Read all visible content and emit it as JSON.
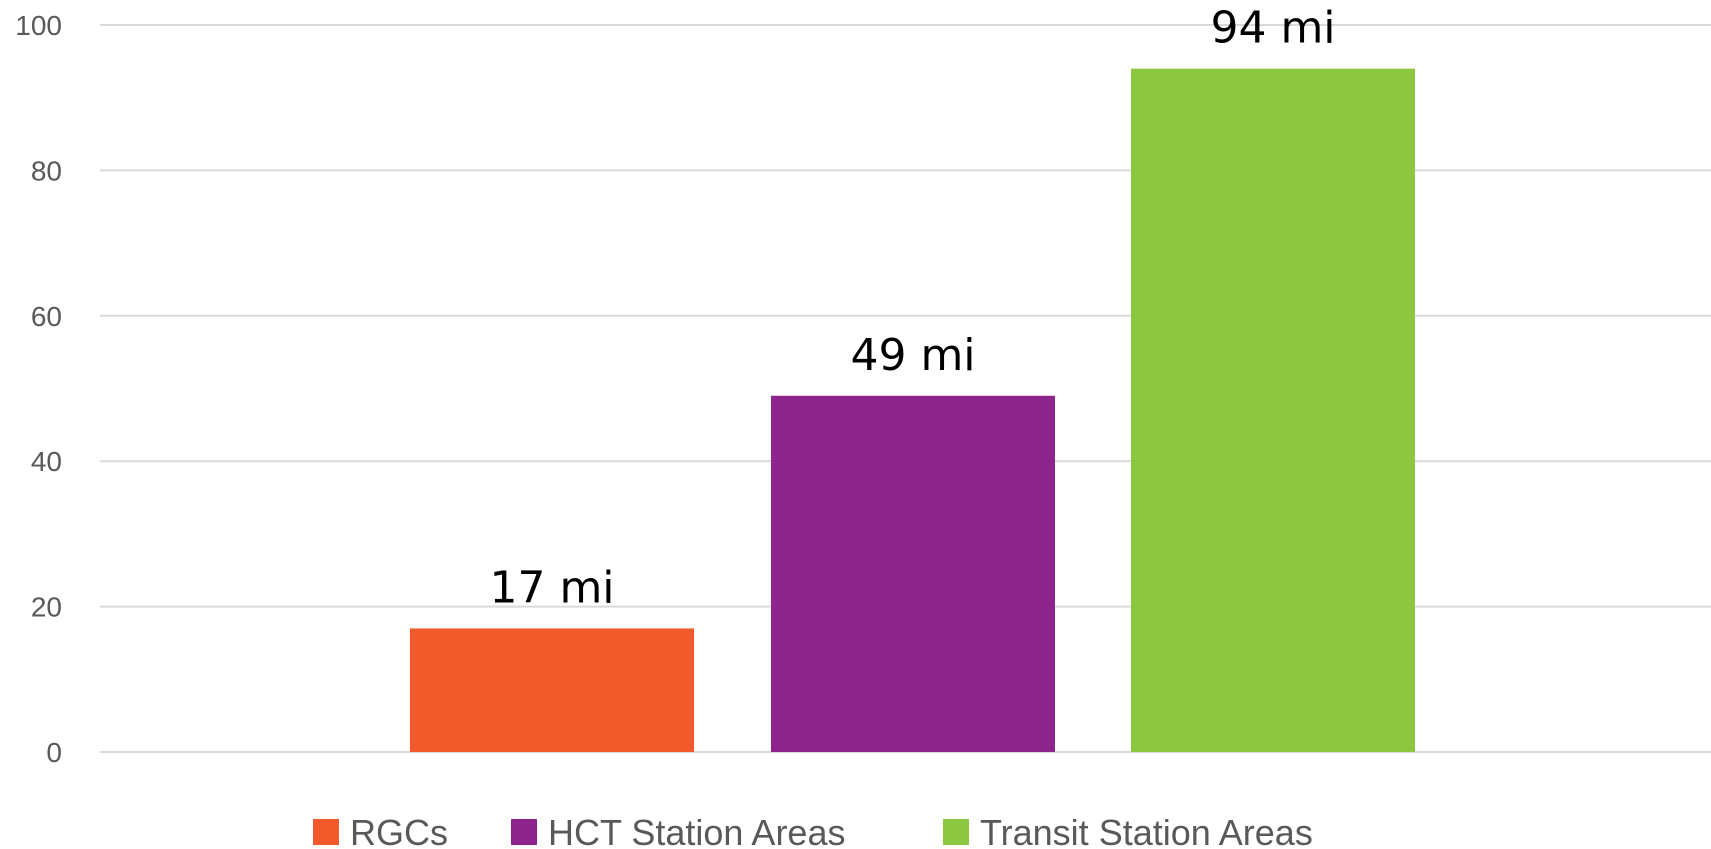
{
  "chart_data": {
    "type": "bar",
    "categories": [
      "RGCs",
      "HCT Station Areas",
      "Transit Station Areas"
    ],
    "values": [
      17,
      49,
      94
    ],
    "data_labels": [
      "17 mi",
      "49 mi",
      "94 mi"
    ],
    "colors": [
      "#F15A2B",
      "#8E258D",
      "#8DC641"
    ],
    "ylim": [
      0,
      100
    ],
    "yticks": [
      0,
      20,
      40,
      60,
      80,
      100
    ],
    "grid": true,
    "legend": {
      "placement": "bottom",
      "entries": [
        "RGCs",
        "HCT Station Areas",
        "Transit Station Areas"
      ]
    },
    "title": "",
    "xlabel": "",
    "ylabel": ""
  }
}
